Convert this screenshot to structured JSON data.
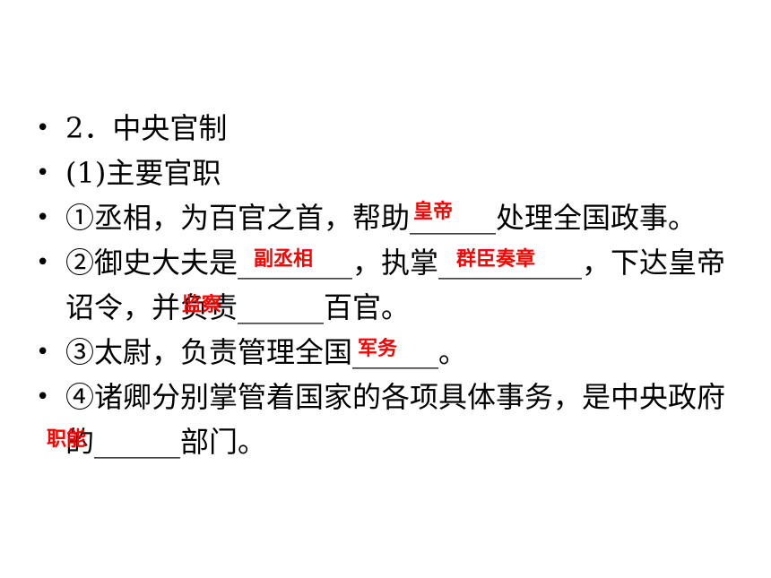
{
  "slide": {
    "items": [
      "2．中央官制",
      "(1)主要官职",
      "①丞相，为百官之首，帮助______处理全国政事。",
      "②御史大夫是________，执掌__________，下达皇帝诏令，并负责______百官。",
      "③太尉，负责管理全国______。",
      "④诸卿分别掌管着国家的各项具体事务，是中央政府的______部门。"
    ],
    "annotations": {
      "huangdi": "皇帝",
      "fuchengxiang": "副丞相",
      "qunchen": "群臣奏章",
      "jiancha": "监察",
      "junwu": "军务",
      "zhineng": "职能"
    },
    "annotation_color": "#ff0000"
  }
}
